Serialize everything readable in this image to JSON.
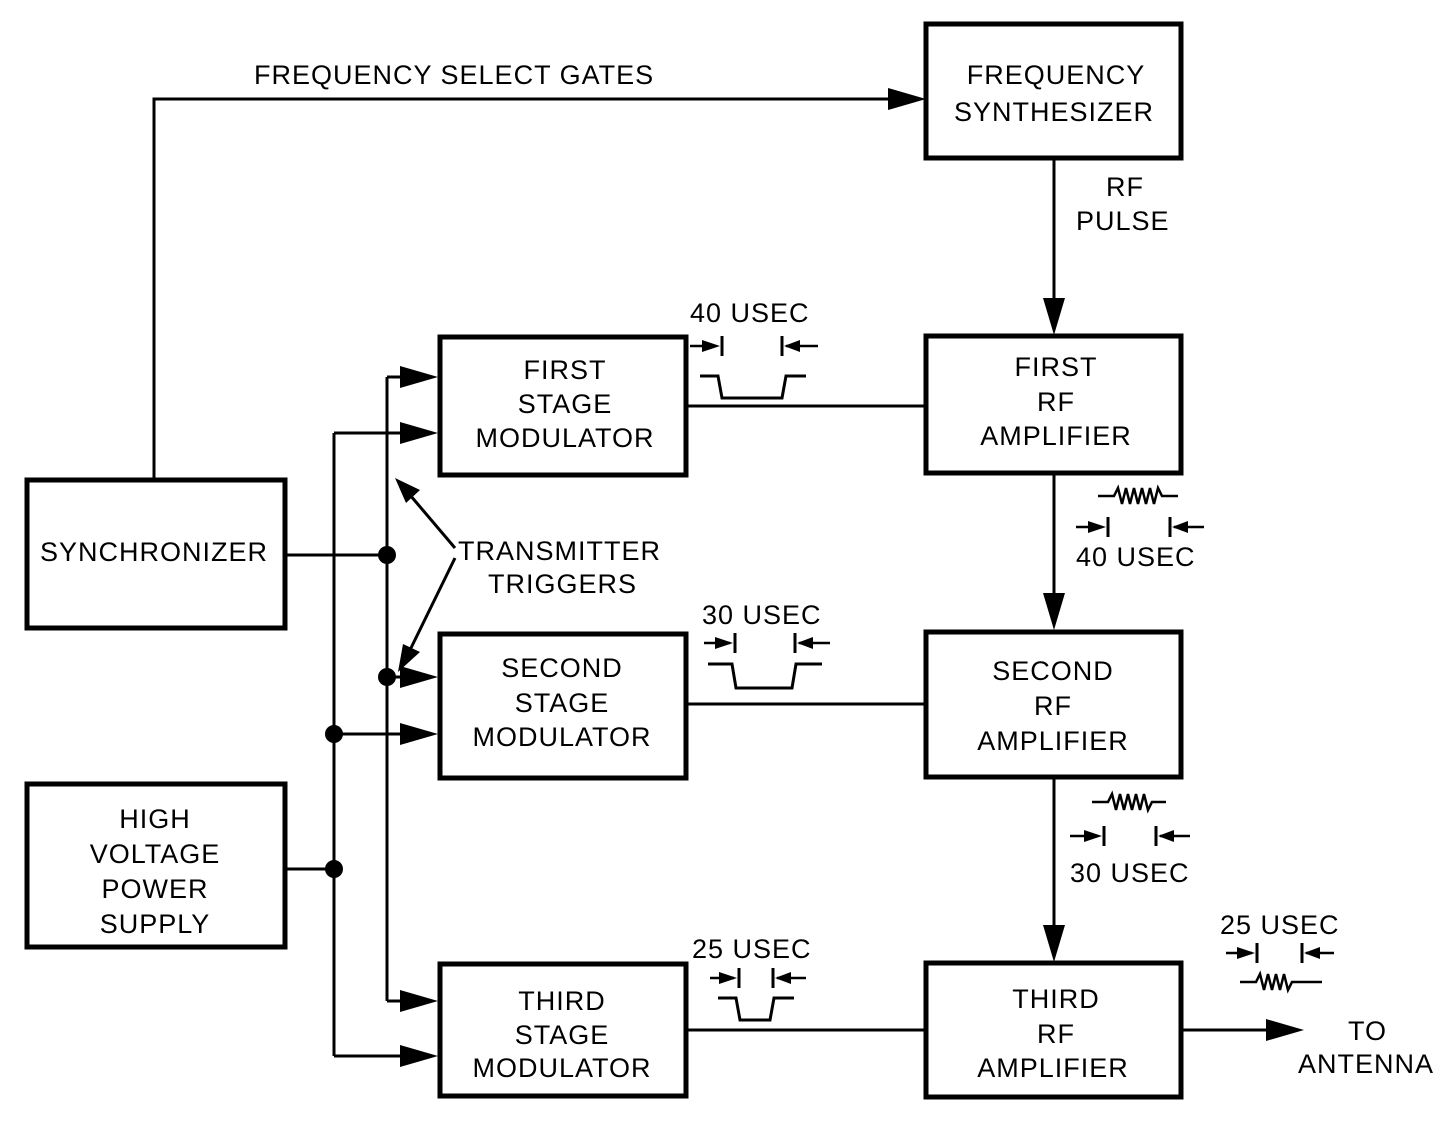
{
  "blocks": {
    "frequency_synthesizer": [
      "FREQUENCY",
      "SYNTHESIZER"
    ],
    "first_rf_amplifier": [
      "FIRST",
      "RF",
      "AMPLIFIER"
    ],
    "second_rf_amplifier": [
      "SECOND",
      "RF",
      "AMPLIFIER"
    ],
    "third_rf_amplifier": [
      "THIRD",
      "RF",
      "AMPLIFIER"
    ],
    "first_stage_modulator": [
      "FIRST",
      "STAGE",
      "MODULATOR"
    ],
    "second_stage_modulator": [
      "SECOND",
      "STAGE",
      "MODULATOR"
    ],
    "third_stage_modulator": [
      "THIRD",
      "STAGE",
      "MODULATOR"
    ],
    "synchronizer": [
      "SYNCHRONIZER"
    ],
    "high_voltage_power_supply": [
      "HIGH",
      "VOLTAGE",
      "POWER",
      "SUPPLY"
    ]
  },
  "labels": {
    "frequency_select_gates": "FREQUENCY  SELECT  GATES",
    "rf_pulse": [
      "RF",
      "PULSE"
    ],
    "transmitter_triggers": [
      "TRANSMITTER",
      "TRIGGERS"
    ],
    "to_antenna": [
      "TO",
      "ANTENNA"
    ]
  },
  "timings": {
    "first_modulator_pulse": "40  USEC",
    "second_modulator_pulse": "30  USEC",
    "third_modulator_pulse": "25  USEC",
    "first_rf_output": "40  USEC",
    "second_rf_output": "30  USEC",
    "third_rf_output": "25  USEC"
  }
}
